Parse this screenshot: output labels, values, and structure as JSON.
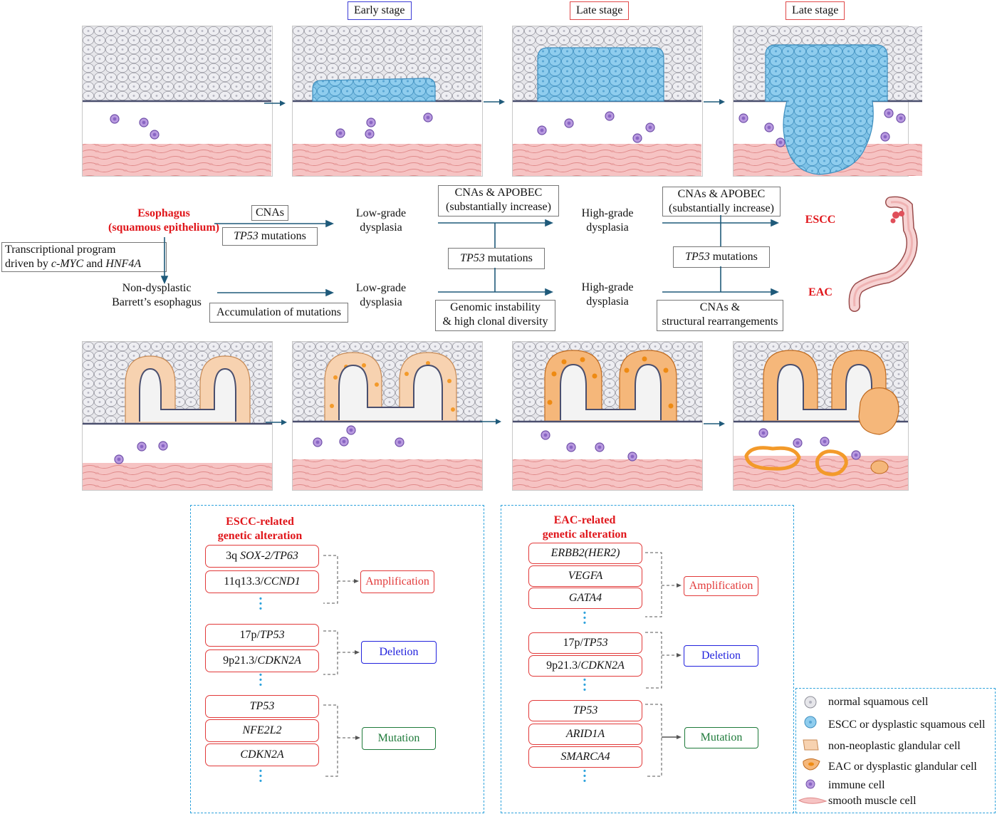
{
  "stages": {
    "early": "Early stage",
    "late1": "Late stage",
    "late2": "Late stage",
    "colors": {
      "early": "#3b3bd6",
      "late": "#e04848"
    }
  },
  "flow": {
    "esophagus_line1": "Esophagus",
    "esophagus_line2": "(squamous epithelium)",
    "cnas": "CNAs",
    "tp53_1": "TP53",
    "mutations": "mutations",
    "lgd_top_1": "Low-grade",
    "lgd_top_2": "dysplasia",
    "apobec1_1": "CNAs & APOBEC",
    "apobec1_2": "(substantially increase)",
    "hgd_top_1": "High-grade",
    "hgd_top_2": "dysplasia",
    "apobec2_1": "CNAs & APOBEC",
    "apobec2_2": "(substantially increase)",
    "escc": "ESCC",
    "program_1": "Transcriptional program",
    "program_2a": "driven by ",
    "program_2b": "c-MYC",
    "program_2c": " and ",
    "program_2d": "HNF4A",
    "barrett_1": "Non-dysplastic",
    "barrett_2": "Barrett’s esophagus",
    "accum": "Accumulation of mutations",
    "lgd_bot_1": "Low-grade",
    "lgd_bot_2": "dysplasia",
    "genomic_1": "Genomic instability",
    "genomic_2": "& high clonal diversity",
    "hgd_bot_1": "High-grade",
    "hgd_bot_2": "dysplasia",
    "cnas2_1": "CNAs &",
    "cnas2_2": "structural rearrangements",
    "eac": "EAC"
  },
  "escc_panel": {
    "title_1": "ESCC-related",
    "title_2": "genetic alteration",
    "amp": [
      {
        "pre": "3q ",
        "gene": "SOX-2/TP63"
      },
      {
        "pre": "11q13.3/",
        "gene": "CCND1"
      }
    ],
    "del": [
      {
        "pre": "17p/",
        "gene": "TP53"
      },
      {
        "pre": "9p21.3/",
        "gene": "CDKN2A"
      }
    ],
    "mut": [
      "TP53",
      "NFE2L2",
      "CDKN2A"
    ],
    "amp_label": "Amplification",
    "del_label": "Deletion",
    "mut_label": "Mutation"
  },
  "eac_panel": {
    "title_1": "EAC-related",
    "title_2": "genetic alteration",
    "amp": [
      "ERBB2(HER2)",
      "VEGFA",
      "GATA4"
    ],
    "del": [
      {
        "pre": "17p/",
        "gene": "TP53"
      },
      {
        "pre": "9p21.3/",
        "gene": "CDKN2A"
      }
    ],
    "mut": [
      "TP53",
      "ARID1A",
      "SMARCA4"
    ],
    "amp_label": "Amplification",
    "del_label": "Deletion",
    "mut_label": "Mutation"
  },
  "category_colors": {
    "amplification": "#e23a3a",
    "deletion": "#2222dd",
    "mutation": "#1e7a3a"
  },
  "legend": [
    {
      "icon": "normal-squamous-cell-icon",
      "label": "normal squamous cell"
    },
    {
      "icon": "escc-cell-icon",
      "label": "ESCC or dysplastic squamous cell"
    },
    {
      "icon": "glandular-cell-icon",
      "label": "non-neoplastic glandular cell"
    },
    {
      "icon": "eac-cell-icon",
      "label": "EAC or dysplastic glandular cell"
    },
    {
      "icon": "immune-cell-icon",
      "label": "immune cell"
    },
    {
      "icon": "smooth-muscle-cell-icon",
      "label": "smooth muscle cell"
    }
  ]
}
